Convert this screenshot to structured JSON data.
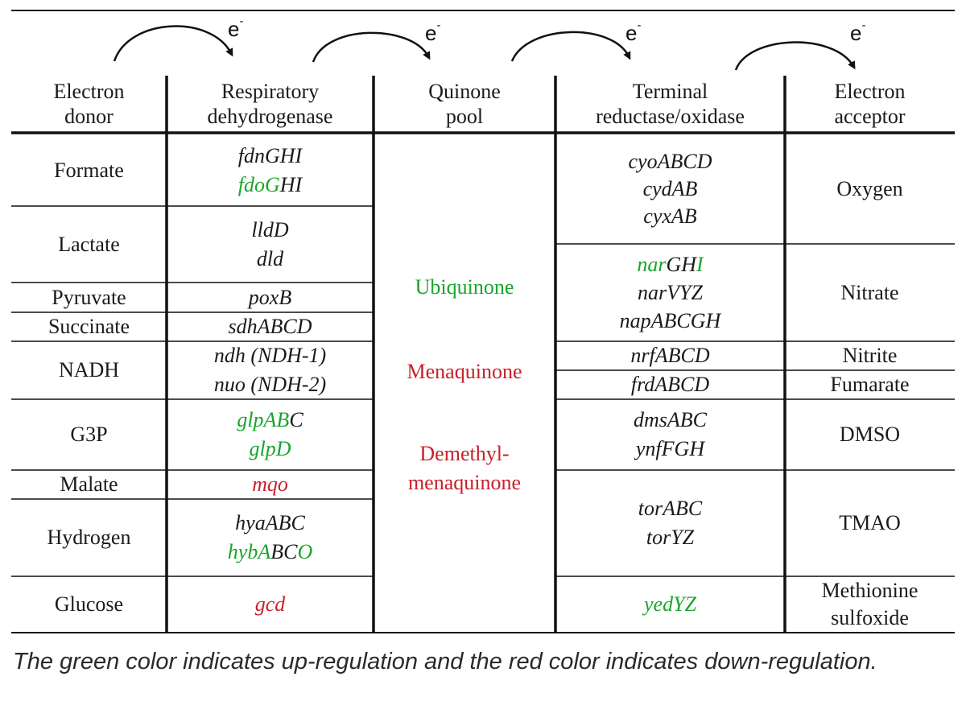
{
  "electron_label": "e",
  "electron_sup": "-",
  "headers": [
    {
      "l1": "Electron",
      "l2": "donor"
    },
    {
      "l1": "Respiratory",
      "l2": "dehydrogenase"
    },
    {
      "l1": "Quinone",
      "l2": "pool"
    },
    {
      "l1": "Terminal",
      "l2": "reductase/oxidase"
    },
    {
      "l1": "Electron",
      "l2": "acceptor"
    }
  ],
  "donors": [
    "Formate",
    "Lactate",
    "Pyruvate",
    "Succinate",
    "NADH",
    "G3P",
    "Malate",
    "Hydrogen",
    "Glucose"
  ],
  "dehydrogenases": [
    {
      "line1": "fdnGHI",
      "line2a": "fdoG",
      "line2b": "HI"
    },
    {
      "line1": "lldD",
      "line2": "dld"
    },
    {
      "line1": "poxB"
    },
    {
      "line1": "sdhABCD"
    },
    {
      "line1": "ndh (NDH-1)",
      "line2": "nuo (NDH-2)"
    },
    {
      "line1a": "glpAB",
      "line1b": "C",
      "line2": "glpD"
    },
    {
      "line1": "mqo"
    },
    {
      "line1": "hyaABC",
      "line2a": "hybA",
      "line2b": "BC",
      "line2c": "O"
    },
    {
      "line1": "gcd"
    }
  ],
  "quinones": {
    "ubi": "Ubiquinone",
    "mena": "Menaquinone",
    "demethyl1": "Demethyl-",
    "demethyl2": "menaquinone"
  },
  "reductases": {
    "oxygen": [
      "cyoABCD",
      "cydAB",
      "cyxAB"
    ],
    "nitrate": {
      "a1": "nar",
      "a2": "GH",
      "a3": "I",
      "l2": "narVYZ",
      "l3": "napABCGH"
    },
    "nitrite": "nrfABCD",
    "fumarate": "frdABCD",
    "dmso": [
      "dmsABC",
      "ynfFGH"
    ],
    "tmao": [
      "torABC",
      "torYZ"
    ],
    "methionine": "yedYZ"
  },
  "acceptors": {
    "oxygen": "Oxygen",
    "nitrate": "Nitrate",
    "nitrite": "Nitrite",
    "fumarate": "Fumarate",
    "dmso": "DMSO",
    "tmao": "TMAO",
    "met1": "Methionine",
    "met2": "sulfoxide"
  },
  "caption": "The green color indicates up-regulation and the red color indicates down-regulation.",
  "colors": {
    "up": "#1aa52a",
    "down": "#c8202a",
    "text": "#1a1a1a",
    "rule": "#111111"
  }
}
